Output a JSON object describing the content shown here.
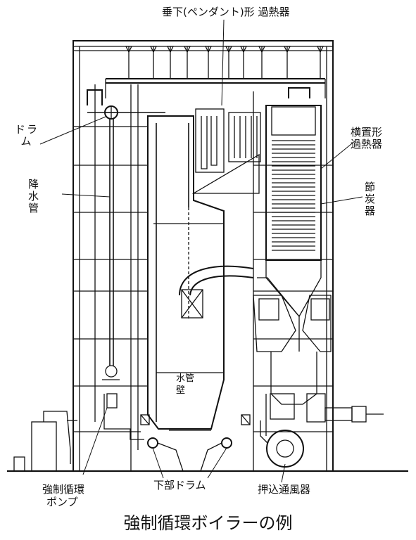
{
  "labels": {
    "pendant_superheater": "垂下(ペンダント)形 過熱器",
    "drum": "ドラム",
    "downcomer": "降水管",
    "horizontal_superheater": "横置形 過熱器",
    "economizer": "節炭器",
    "water_wall": "水管壁",
    "circulation_pump_line1": "強制循環",
    "circulation_pump_line2": "ポンプ",
    "lower_drum": "下部ドラム",
    "forced_draft_fan": "押込通風器"
  },
  "caption": "強制循環ボイラーの例",
  "colors": {
    "ink": "#111111",
    "paper": "#ffffff"
  }
}
